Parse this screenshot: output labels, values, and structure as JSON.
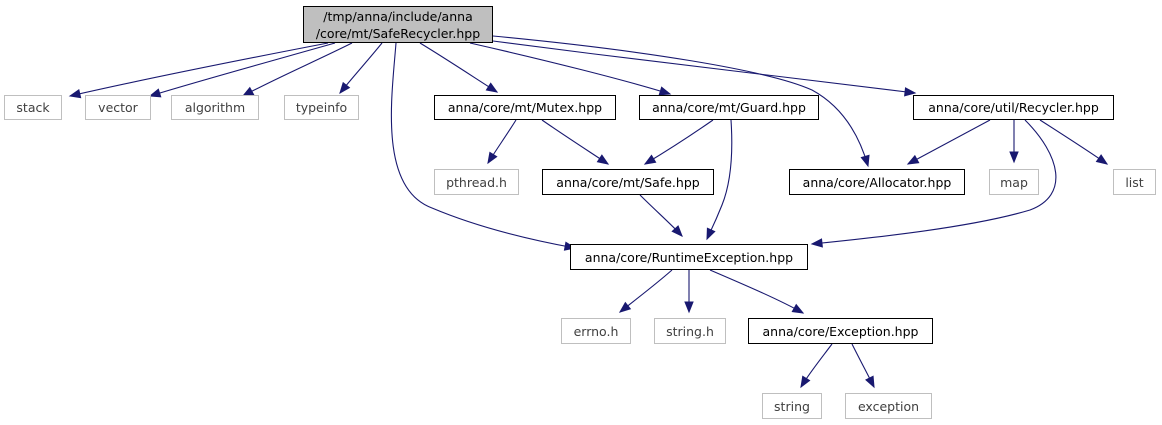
{
  "diagram": {
    "colors": {
      "edge": "#191970",
      "root_fill": "#bfbfbf",
      "local_border": "#000000",
      "system_border": "#bfbfbf"
    },
    "root": {
      "line1": "/tmp/anna/include/anna",
      "line2": "/core/mt/SafeRecycler.hpp"
    },
    "nodes": {
      "stack": "stack",
      "vector": "vector",
      "algorithm": "algorithm",
      "typeinfo": "typeinfo",
      "mutex": "anna/core/mt/Mutex.hpp",
      "guard": "anna/core/mt/Guard.hpp",
      "recycler": "anna/core/util/Recycler.hpp",
      "pthread": "pthread.h",
      "safe": "anna/core/mt/Safe.hpp",
      "allocator": "anna/core/Allocator.hpp",
      "map": "map",
      "list": "list",
      "runtime": "anna/core/RuntimeException.hpp",
      "errno": "errno.h",
      "stringh": "string.h",
      "exception_hpp": "anna/core/Exception.hpp",
      "string": "string",
      "exception": "exception"
    },
    "edges": [
      [
        "root",
        "stack"
      ],
      [
        "root",
        "vector"
      ],
      [
        "root",
        "algorithm"
      ],
      [
        "root",
        "typeinfo"
      ],
      [
        "root",
        "runtime"
      ],
      [
        "root",
        "mutex"
      ],
      [
        "root",
        "guard"
      ],
      [
        "root",
        "allocator"
      ],
      [
        "root",
        "recycler"
      ],
      [
        "mutex",
        "pthread"
      ],
      [
        "mutex",
        "safe"
      ],
      [
        "guard",
        "safe"
      ],
      [
        "guard",
        "runtime"
      ],
      [
        "safe",
        "runtime"
      ],
      [
        "recycler",
        "allocator"
      ],
      [
        "recycler",
        "map"
      ],
      [
        "recycler",
        "list"
      ],
      [
        "recycler",
        "runtime"
      ],
      [
        "runtime",
        "errno"
      ],
      [
        "runtime",
        "stringh"
      ],
      [
        "runtime",
        "exception_hpp"
      ],
      [
        "exception_hpp",
        "string"
      ],
      [
        "exception_hpp",
        "exception"
      ]
    ]
  }
}
